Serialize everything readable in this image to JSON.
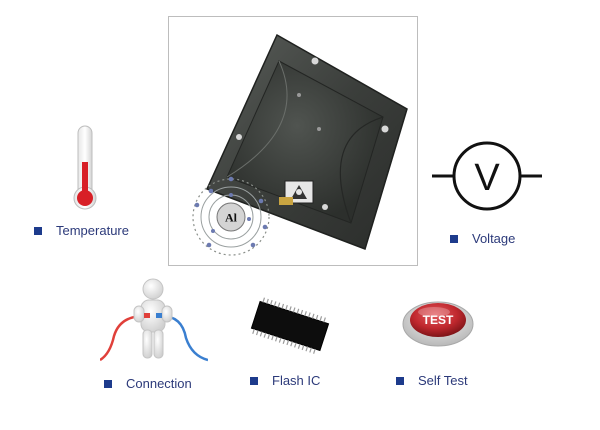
{
  "colors": {
    "bullet": "#1d3b8c",
    "label_text": "#2c3a7a",
    "thermo_red": "#d81f26",
    "voltmeter": "#111111",
    "wire_red": "#e0403a",
    "wire_blue": "#3a7fd0",
    "test_red": "#c0282e",
    "device_body": "#3a3d3a",
    "frame_border": "#bdbdbd"
  },
  "labels": {
    "temperature": "Temperature",
    "voltage": "Voltage",
    "connection": "Connection",
    "flash_ic": "Flash IC",
    "self_test": "Self Test"
  },
  "icons": {
    "voltmeter_symbol": "V",
    "test_button": "TEST",
    "atom_symbol": "Al"
  }
}
